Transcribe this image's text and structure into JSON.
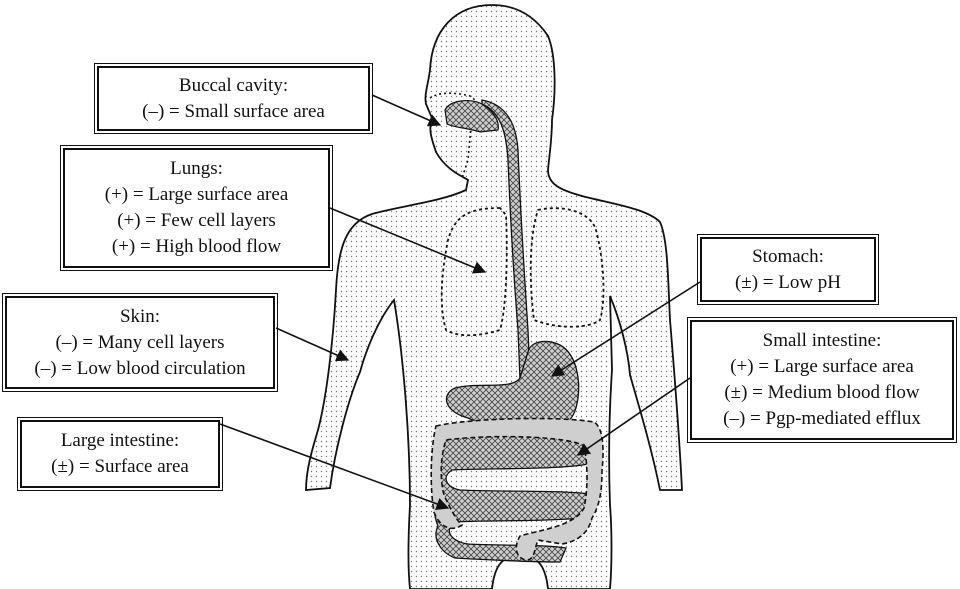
{
  "diagram": {
    "callouts": {
      "buccal": {
        "title": "Buccal cavity:",
        "lines": [
          "(–) = Small surface area"
        ]
      },
      "lungs": {
        "title": "Lungs:",
        "lines": [
          "(+) = Large surface area",
          "(+) = Few cell layers",
          "(+) = High blood flow"
        ]
      },
      "skin": {
        "title": "Skin:",
        "lines": [
          "(–) = Many cell layers",
          "(–) = Low blood circulation"
        ]
      },
      "large": {
        "title": "Large intestine:",
        "lines": [
          "(±) = Surface area"
        ]
      },
      "stomach": {
        "title": "Stomach:",
        "lines": [
          "(±) = Low pH"
        ]
      },
      "small": {
        "title": "Small intestine:",
        "lines": [
          "(+) = Large surface area",
          "(±) = Medium blood flow",
          "(–) = Pgp-mediated efflux"
        ]
      }
    },
    "colors": {
      "outline": "#111111",
      "body_fill": "#f0f0f0",
      "organ_fill": "#bdbdbd",
      "large_intestine_fill": "#cfcfcf"
    }
  }
}
